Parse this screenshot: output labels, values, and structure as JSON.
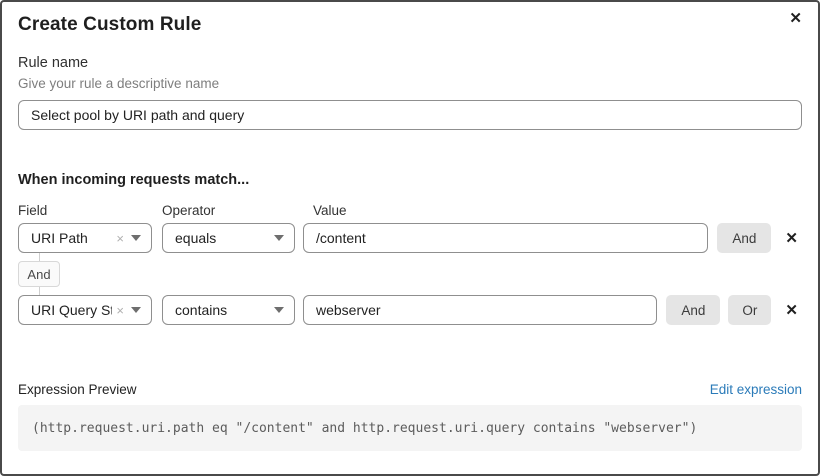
{
  "dialog": {
    "title": "Create Custom Rule"
  },
  "icons": {
    "close": "✕",
    "clear": "×",
    "remove": "✕"
  },
  "rule_name": {
    "label": "Rule name",
    "helper": "Give your rule a descriptive name",
    "value": "Select pool by URI path and query"
  },
  "match": {
    "heading": "When incoming requests match...",
    "columns": {
      "field": "Field",
      "operator": "Operator",
      "value": "Value"
    },
    "connector_label": "And",
    "rows": [
      {
        "field": "URI Path",
        "operator": "equals",
        "value": "/content",
        "buttons": {
          "and": "And"
        }
      },
      {
        "field": "URI Query St...",
        "operator": "contains",
        "value": "webserver",
        "buttons": {
          "and": "And",
          "or": "Or"
        }
      }
    ]
  },
  "expression": {
    "label": "Expression Preview",
    "edit_link": "Edit expression",
    "code": "(http.request.uri.path eq \"/content\" and http.request.uri.query contains \"webserver\")"
  },
  "colors": {
    "link_blue": "#2b7bb9",
    "button_gray": "#e5e5e5",
    "code_background": "#f4f4f4",
    "input_border": "#8f8f8f"
  }
}
